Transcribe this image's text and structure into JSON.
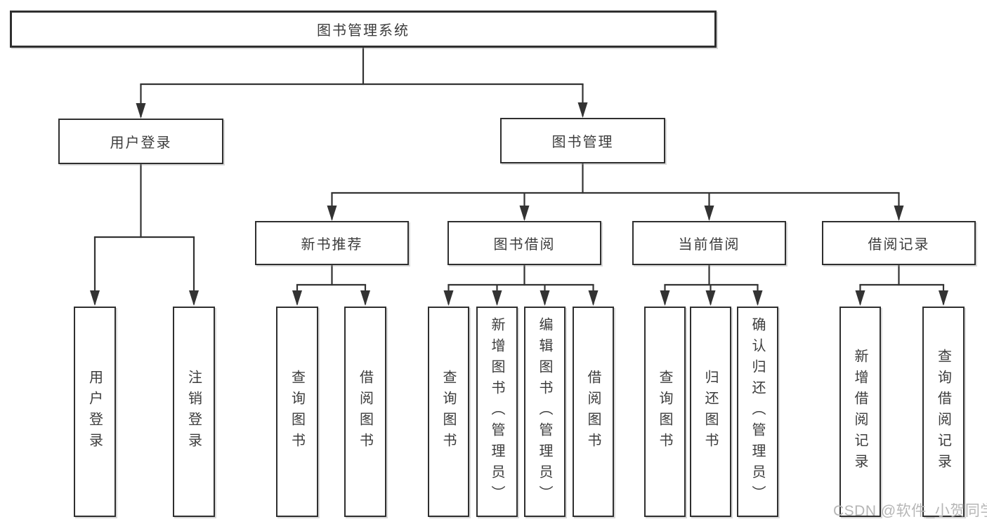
{
  "tree": {
    "label": "图书管理系统",
    "children": [
      {
        "label": "用户登录",
        "children": [
          {
            "label": "用户登录"
          },
          {
            "label": "注销登录"
          }
        ]
      },
      {
        "label": "图书管理",
        "children": [
          {
            "label": "新书推荐",
            "children": [
              {
                "label": "查询图书"
              },
              {
                "label": "借阅图书"
              }
            ]
          },
          {
            "label": "图书借阅",
            "children": [
              {
                "label": "查询图书"
              },
              {
                "label": "新增图书（管理员）"
              },
              {
                "label": "编辑图书（管理员）"
              },
              {
                "label": "借阅图书"
              }
            ]
          },
          {
            "label": "当前借阅",
            "children": [
              {
                "label": "查询图书"
              },
              {
                "label": "归还图书"
              },
              {
                "label": "确认归还（管理员）"
              }
            ]
          },
          {
            "label": "借阅记录",
            "children": [
              {
                "label": "新增借阅记录"
              },
              {
                "label": "查询借阅记录"
              }
            ]
          }
        ]
      }
    ]
  },
  "watermark": "CSDN @软件_小贺同学",
  "colors": {
    "line": "#333333",
    "box_border": "#2f2f2f",
    "text": "#3c3c3c",
    "watermark": "#b6b6b6",
    "background": "#ffffff"
  }
}
